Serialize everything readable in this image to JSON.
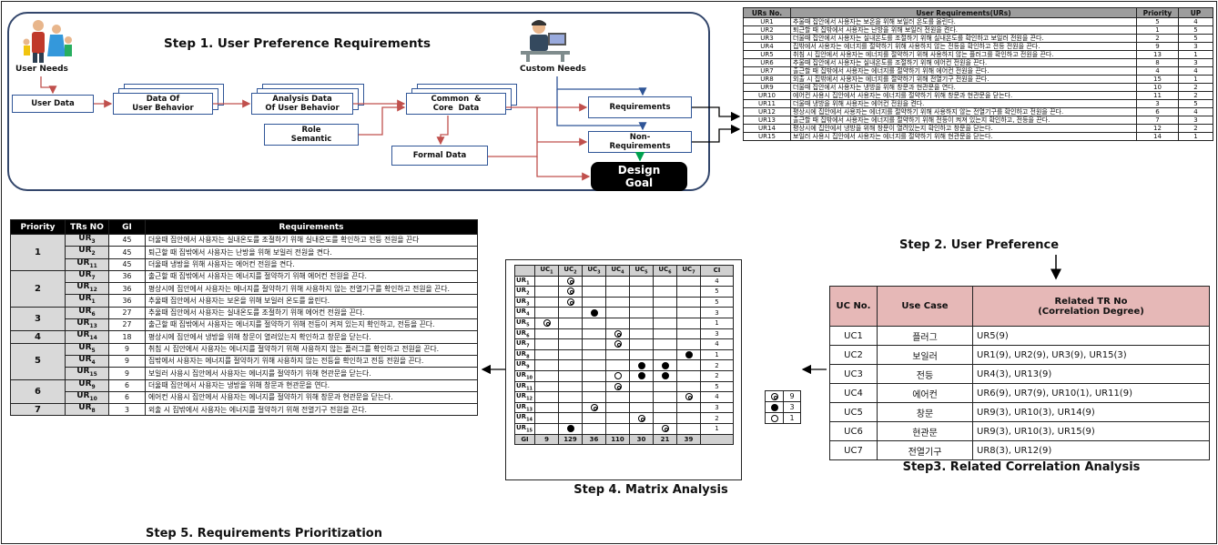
{
  "step1": {
    "title": "Step 1. User Preference Requirements",
    "user_needs": "User Needs",
    "custom_needs": "Custom Needs",
    "user_data": "User Data",
    "behavior": "Data Of\nUser Behavior",
    "analysis": "Analysis Data\nOf User Behavior",
    "common": "Common  &\nCore  Data",
    "role": "Role\nSemantic",
    "formal": "Formal Data",
    "requirements": "Requirements",
    "nonreq": "Non-\nRequirements",
    "design": "Design\nGoal"
  },
  "step2": {
    "caption": "Step 2. User Preference",
    "headers": [
      "URs No.",
      "User Requirements(URs)",
      "Priority",
      "UP"
    ],
    "rows": [
      [
        "UR1",
        "추울때 집안에서 사용자는 보온을 위해 보일러 온도를 올린다.",
        "5",
        "4"
      ],
      [
        "UR2",
        "퇴근할 때 집밖에서 사용자는 난방을 위해 보일러 전원을 켠다.",
        "1",
        "5"
      ],
      [
        "UR3",
        "더울때 집안에서 사용자는 실내온도를 조절하기 위해 실내온도를 확인하고 보일러 전원을 끈다.",
        "2",
        "5"
      ],
      [
        "UR4",
        "집밖에서 사용자는 에너지를 절약하기 위해 사용하지 않는 전등을 확인하고 전등 전원을 끈다.",
        "9",
        "3"
      ],
      [
        "UR5",
        "취침 시 집안에서 사용자는 에너지를 절약하기 위해 사용하지 않는 플러그를 확인하고 전원을 끈다.",
        "13",
        "1"
      ],
      [
        "UR6",
        "추울때 집안에서 사용자는 실내온도를 조절하기 위해 에어컨 전원을 끈다.",
        "8",
        "3"
      ],
      [
        "UR7",
        "출근할 때 집밖에서 사용자는 에너지를 절약하기 위해 에어컨 전원을 끈다.",
        "4",
        "4"
      ],
      [
        "UR8",
        "외출 시 집밖에서 사용자는 에너지를 절약하기 위해 전열기구 전원을 끈다.",
        "15",
        "1"
      ],
      [
        "UR9",
        "더울때 집안에서 사용자는 냉방을 위해 창문과 현관문을 연다.",
        "10",
        "2"
      ],
      [
        "UR10",
        "에어컨 사용시 집안에서 사용자는 에너지를 절약하기 위해 창문과 현관문을 닫는다.",
        "11",
        "2"
      ],
      [
        "UR11",
        "더울때 냉방을 위해 사용자는 에어컨 전원을 켠다.",
        "3",
        "5"
      ],
      [
        "UR12",
        "평상시에 집안에서 사용자는 에너지를 절약하기 위해 사용하지 않는 전열기구를 확인하고 전원을 끈다.",
        "6",
        "4"
      ],
      [
        "UR13",
        "출근할 때 집밖에서 사용자는 에너지를 절약하기 위해 전등이 켜져 있는지 확인하고, 전등을 끈다.",
        "7",
        "3"
      ],
      [
        "UR14",
        "평상시에 집안에서 냉방을 위해 창문이 열려있는지 확인하고 창문을 닫는다.",
        "12",
        "2"
      ],
      [
        "UR15",
        "보일러 사용시 집안에서 사용자는 에너지를 절약하기 위해 현관문을 닫는다.",
        "14",
        "1"
      ]
    ]
  },
  "step3": {
    "caption": "Step3. Related Correlation Analysis",
    "headers": [
      "UC No.",
      "Use Case",
      "Related TR No",
      "(Correlation Degree)"
    ],
    "rows": [
      [
        "UC1",
        "플러그",
        "UR5(9)"
      ],
      [
        "UC2",
        "보일러",
        "UR1(9), UR2(9), UR3(9), UR15(3)"
      ],
      [
        "UC3",
        "전등",
        "UR4(3), UR13(9)"
      ],
      [
        "UC4",
        "에어컨",
        "UR6(9), UR7(9), UR10(1), UR11(9)"
      ],
      [
        "UC5",
        "창문",
        "UR9(3), UR10(3), UR14(9)"
      ],
      [
        "UC6",
        "현관문",
        "UR9(3), UR10(3), UR15(9)"
      ],
      [
        "UC7",
        "전열기구",
        "UR8(3), UR12(9)"
      ]
    ]
  },
  "legend": {
    "v9": "9",
    "v3": "3",
    "v1": "1"
  },
  "step4": {
    "caption": "Step 4. Matrix Analysis",
    "uc_headers": [
      "UC",
      "UC",
      "UC",
      "UC",
      "UC",
      "UC",
      "UC"
    ],
    "uc_subs": [
      "1",
      "2",
      "3",
      "4",
      "5",
      "6",
      "7"
    ],
    "ci_header": "CI",
    "ur_prefix": "UR",
    "rows": [
      {
        "sub": "1",
        "cells": [
          "",
          "9",
          "",
          "",
          "",
          "",
          ""
        ],
        "ci": "4"
      },
      {
        "sub": "2",
        "cells": [
          "",
          "9",
          "",
          "",
          "",
          "",
          ""
        ],
        "ci": "5"
      },
      {
        "sub": "3",
        "cells": [
          "",
          "9",
          "",
          "",
          "",
          "",
          ""
        ],
        "ci": "5"
      },
      {
        "sub": "4",
        "cells": [
          "",
          "",
          "3",
          "",
          "",
          "",
          ""
        ],
        "ci": "3"
      },
      {
        "sub": "5",
        "cells": [
          "9",
          "",
          "",
          "",
          "",
          "",
          ""
        ],
        "ci": "1"
      },
      {
        "sub": "6",
        "cells": [
          "",
          "",
          "",
          "9",
          "",
          "",
          ""
        ],
        "ci": "3"
      },
      {
        "sub": "7",
        "cells": [
          "",
          "",
          "",
          "9",
          "",
          "",
          ""
        ],
        "ci": "4"
      },
      {
        "sub": "8",
        "cells": [
          "",
          "",
          "",
          "",
          "",
          "",
          "3"
        ],
        "ci": "1"
      },
      {
        "sub": "9",
        "cells": [
          "",
          "",
          "",
          "",
          "3",
          "3",
          ""
        ],
        "ci": "2"
      },
      {
        "sub": "10",
        "cells": [
          "",
          "",
          "",
          "1",
          "3",
          "3",
          ""
        ],
        "ci": "2"
      },
      {
        "sub": "11",
        "cells": [
          "",
          "",
          "",
          "9",
          "",
          "",
          ""
        ],
        "ci": "5"
      },
      {
        "sub": "12",
        "cells": [
          "",
          "",
          "",
          "",
          "",
          "",
          "9"
        ],
        "ci": "4"
      },
      {
        "sub": "13",
        "cells": [
          "",
          "",
          "9",
          "",
          "",
          "",
          ""
        ],
        "ci": "3"
      },
      {
        "sub": "14",
        "cells": [
          "",
          "",
          "",
          "",
          "9",
          "",
          ""
        ],
        "ci": "2"
      },
      {
        "sub": "15",
        "cells": [
          "",
          "3",
          "",
          "",
          "",
          "9",
          ""
        ],
        "ci": "1"
      }
    ],
    "gi_label": "GI",
    "gi": [
      "9",
      "129",
      "36",
      "110",
      "30",
      "21",
      "39"
    ]
  },
  "step5": {
    "caption": "Step 5. Requirements Prioritization",
    "headers": [
      "Priority",
      "TRs NO",
      "GI",
      "Requirements"
    ],
    "groups": [
      {
        "p": "1",
        "rows": [
          [
            "3",
            "45",
            "더울때 집안에서 사용자는 실내온도를 조절하기 위해 실내온도를 확인하고 전등 전원을 끈다"
          ],
          [
            "2",
            "45",
            "퇴근할 때 집밖에서 사용자는 난방을 위해 보일러 전원을 켠다."
          ],
          [
            "11",
            "45",
            "더울때 냉방을 위해 사용자는 에어컨 전원을 켠다."
          ]
        ]
      },
      {
        "p": "2",
        "rows": [
          [
            "7",
            "36",
            "출근할 때 집밖에서 사용자는 에너지를 절약하기 위해 에어컨 전원을 끈다."
          ],
          [
            "12",
            "36",
            "평상시에 집안에서 사용자는 에너지를 절약하기 위해 사용하지 않는 전열기구를 확인하고 전원을 끈다."
          ],
          [
            "1",
            "36",
            "추울때 집안에서 사용자는 보온을 위해 보일러 온도를 올린다."
          ]
        ]
      },
      {
        "p": "3",
        "rows": [
          [
            "6",
            "27",
            "추울때 집안에서 사용자는 실내온도를 조절하기 위해 에어컨 전원을 끈다."
          ],
          [
            "13",
            "27",
            "출근할 때 집밖에서 사용자는 에너지를 절약하기 위해 전등이 켜져 있는지 확인하고, 전등을 끈다."
          ]
        ]
      },
      {
        "p": "4",
        "rows": [
          [
            "14",
            "18",
            "평상시에 집안에서 냉방을 위해 창문이 열려있는지 확인하고 창문을 닫는다."
          ]
        ]
      },
      {
        "p": "5",
        "rows": [
          [
            "5",
            "9",
            "취침 시 집안에서 사용자는 에너지를 절약하기 위해 사용하지 않는 플러그를 확인하고 전원을 끈다."
          ],
          [
            "4",
            "9",
            "집밖에서 사용자는 에너지를 절약하기 위해 사용하지 않는 전등을 확인하고 전등 전원을 끈다."
          ],
          [
            "15",
            "9",
            "보일러 사용시 집안에서 사용자는 에너지를 절약하기 위해 현관문을 닫는다."
          ]
        ]
      },
      {
        "p": "6",
        "rows": [
          [
            "9",
            "6",
            "더울때 집안에서 사용자는 냉방을 위해 창문과 현관문을 연다."
          ],
          [
            "10",
            "6",
            "에어컨 사용시 집안에서 사용자는 에너지를 절약하기 위해 창문과 현관문을 닫는다."
          ]
        ]
      },
      {
        "p": "7",
        "rows": [
          [
            "8",
            "3",
            "외출 시 집밖에서 사용자는 에너지를 절약하기 위해 전열기구 전원을 끈다."
          ]
        ]
      }
    ],
    "tr_prefix": "UR"
  }
}
